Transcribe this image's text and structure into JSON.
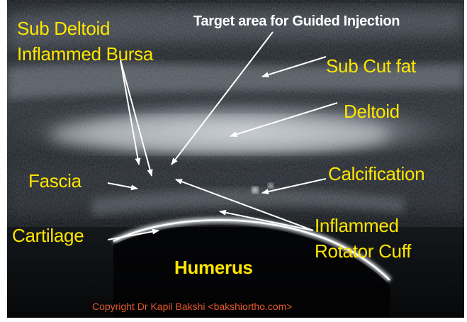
{
  "image": {
    "labels": {
      "target": "Target area for Guided Injection",
      "sub_deltoid_1": "Sub Deltoid",
      "sub_deltoid_2": "Inflammed Bursa",
      "sub_cut_fat": "Sub Cut fat",
      "deltoid": "Deltoid",
      "fascia": "Fascia",
      "calcification": "Calcification",
      "cartilage": "Cartilage",
      "rotator_cuff_1": "Inflammed",
      "rotator_cuff_2": "Rotator Cuff",
      "humerus": "Humerus"
    },
    "copyright": "Copyright Dr Kapil Bakshi <bakshiortho.com>",
    "colors": {
      "label_yellow": "#ffe600",
      "label_white": "#ffffff",
      "copyright_orange": "#e4582a",
      "background": "#050607"
    }
  }
}
